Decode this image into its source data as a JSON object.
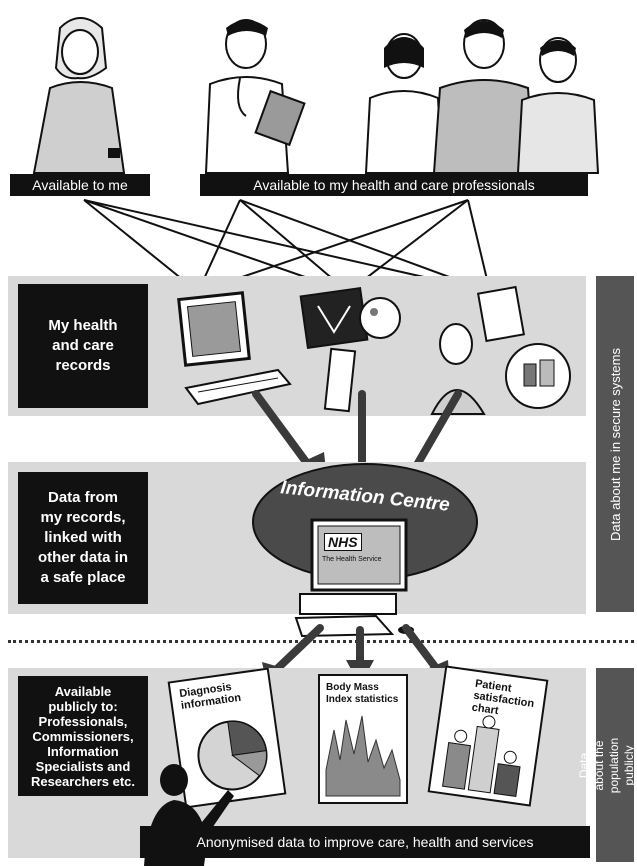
{
  "labels": {
    "available_to_me": "Available to me",
    "available_to_professionals": "Available to my health and care professionals"
  },
  "sections": {
    "records": {
      "label": "My health\nand care\nrecords"
    },
    "linked": {
      "label": "Data from\nmy records,\nlinked with\nother data in\na safe place"
    },
    "public": {
      "label": "Available\npublicly to:\nProfessionals,\nCommissioners,\nInformation\nSpecialists and\nResearchers etc."
    }
  },
  "center": {
    "title": "Information Centre",
    "screen_logo": "NHS",
    "screen_subtitle": "The Health Service"
  },
  "side_labels": {
    "secure": "Data about me in secure systems",
    "population": "Data about the population\npublicly available"
  },
  "charts": {
    "diagnosis": "Diagnosis\ninformation",
    "bmi": "Body Mass\nIndex statistics",
    "satisfaction": "Patient\nsatisfaction\nchart"
  },
  "footer": {
    "anonymised": "Anonymised data to improve care, health and services"
  },
  "colors": {
    "black": "#111111",
    "band": "#d9d9d9",
    "side_bar": "#555555",
    "ellipse": "#4a4a4a"
  }
}
